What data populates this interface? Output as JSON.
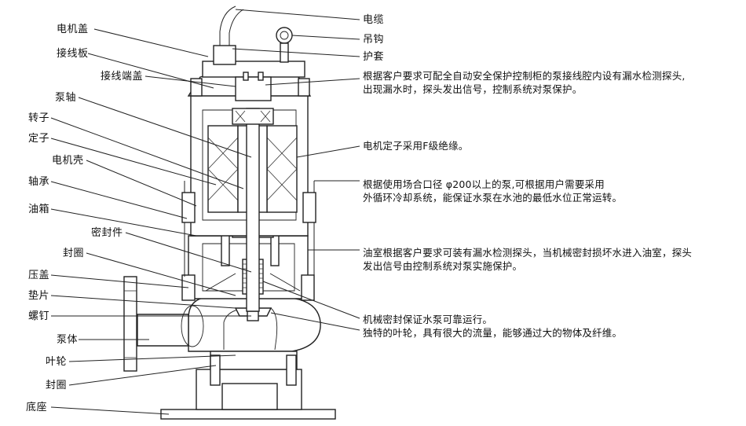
{
  "left_labels": [
    {
      "id": "motor-cover",
      "text": "电机盖"
    },
    {
      "id": "terminal-board",
      "text": "接线板"
    },
    {
      "id": "terminal-cover",
      "text": "接线端盖"
    },
    {
      "id": "pump-shaft",
      "text": "泵轴"
    },
    {
      "id": "rotor",
      "text": "转子"
    },
    {
      "id": "stator",
      "text": "定子"
    },
    {
      "id": "motor-housing",
      "text": "电机壳"
    },
    {
      "id": "bearing",
      "text": "轴承"
    },
    {
      "id": "oil-tank",
      "text": "油箱"
    },
    {
      "id": "seal-part",
      "text": "密封件"
    },
    {
      "id": "seal-ring-1",
      "text": "封圈"
    },
    {
      "id": "gland",
      "text": "压盖"
    },
    {
      "id": "gasket",
      "text": "垫片"
    },
    {
      "id": "screw",
      "text": "螺钉"
    },
    {
      "id": "pump-body",
      "text": "泵体"
    },
    {
      "id": "impeller",
      "text": "叶轮"
    },
    {
      "id": "seal-ring-2",
      "text": "封圈"
    },
    {
      "id": "base",
      "text": "底座"
    }
  ],
  "right_labels": [
    {
      "id": "cable",
      "text": "电缆"
    },
    {
      "id": "hook",
      "text": "吊钩"
    },
    {
      "id": "sheath",
      "text": "护套"
    }
  ],
  "notes": [
    {
      "id": "leak-probe",
      "lines": [
        "根据客户要求可配全自动安全保护控制柜的泵接线腔内设有漏水检测探头,",
        "出现漏水时，探头发出信号，控制系统对泵保护。"
      ]
    },
    {
      "id": "insulation",
      "lines": [
        "电机定子采用F级绝缘。"
      ]
    },
    {
      "id": "cooling",
      "lines": [
        "根据使用场合口径 φ200以上的泵,可根据用户需要采用",
        "外循环冷却系统，能保证水泵在水池的最低水位正常运转。"
      ]
    },
    {
      "id": "oil-probe",
      "lines": [
        "油室根据客户要求可装有漏水检测探头，当机械密封损坏水进入油室，探头",
        "发出信号由控制系统对泵实施保护。"
      ]
    },
    {
      "id": "mech-seal",
      "lines": [
        "机械密封保证水泵可靠运行。",
        "独特的叶轮，具有很大的流量，能够通过大的物体及纤维。"
      ]
    }
  ]
}
